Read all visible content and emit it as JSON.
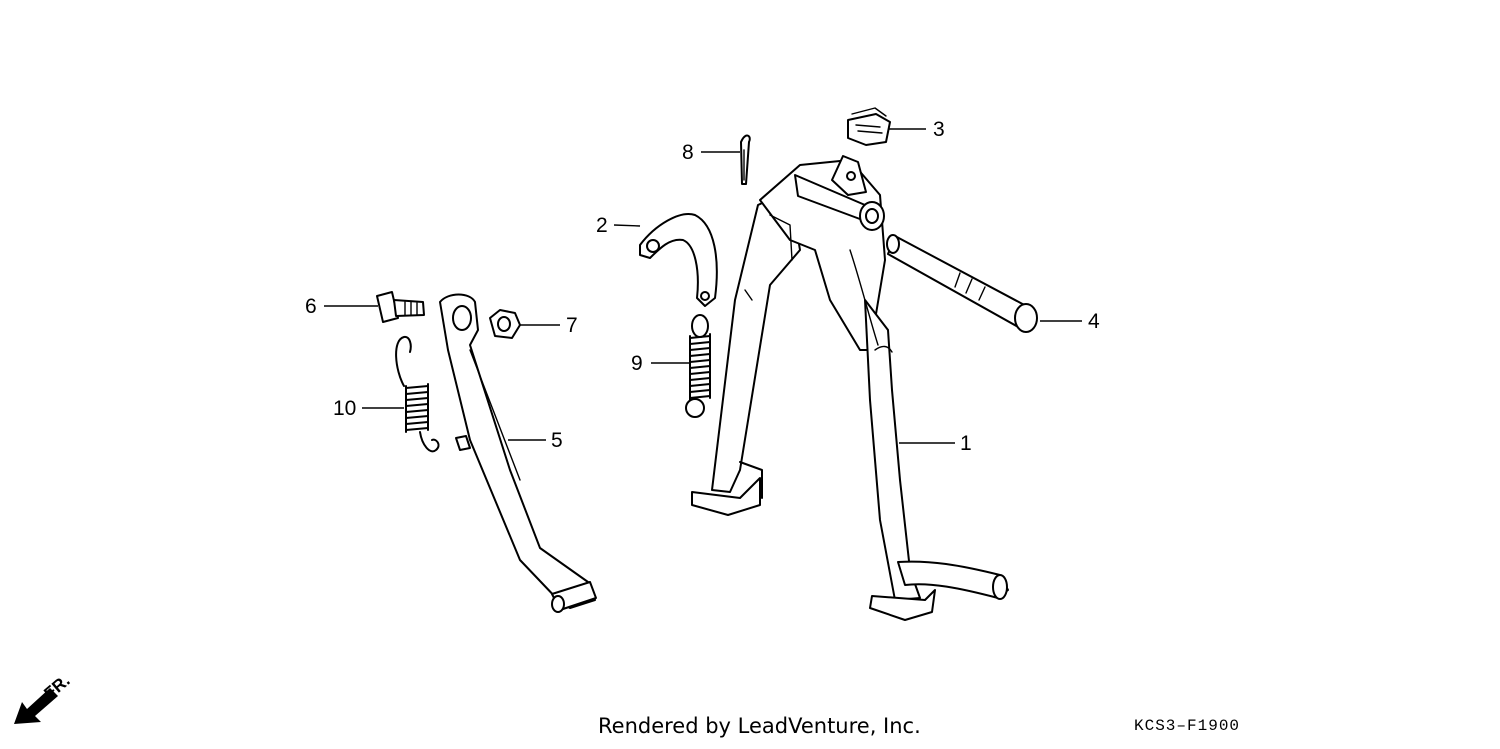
{
  "diagram": {
    "callouts": [
      "1",
      "2",
      "3",
      "4",
      "5",
      "6",
      "7",
      "8",
      "9",
      "10"
    ],
    "direction_label": "FR.",
    "footer_credit": "Rendered by LeadVenture, Inc.",
    "diagram_code": "KCS3–F1900"
  },
  "icons": {
    "direction_arrow": "front-direction-arrow-icon"
  },
  "colors": {
    "line": "#000000",
    "background": "#ffffff"
  }
}
